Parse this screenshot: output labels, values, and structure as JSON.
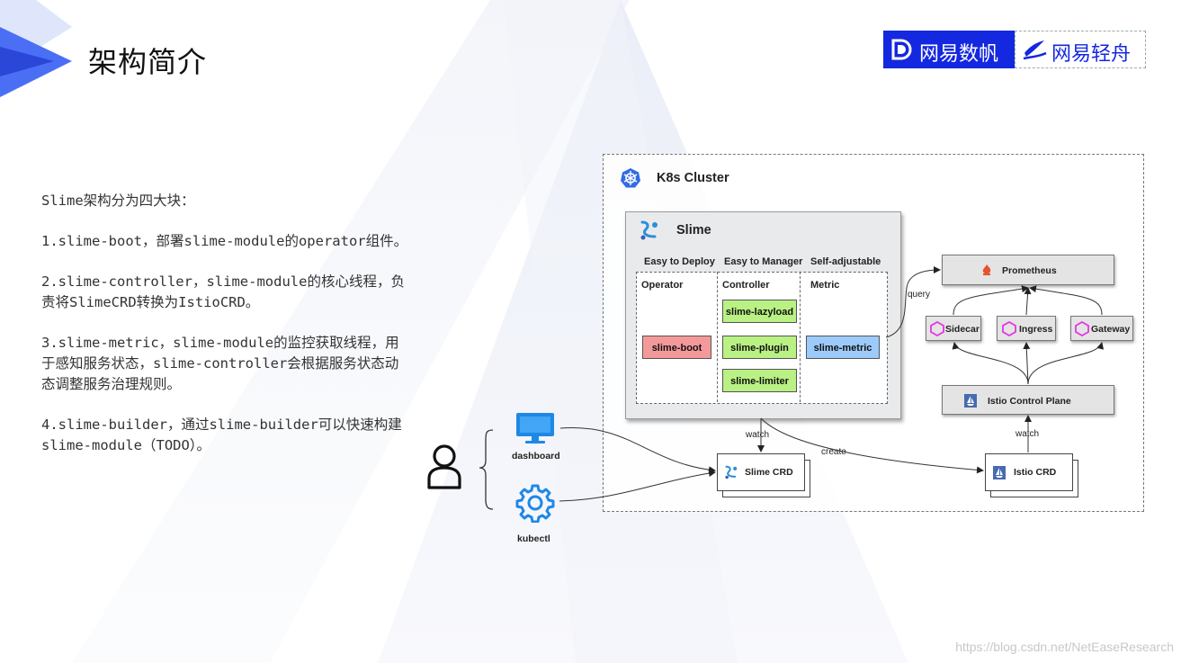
{
  "header": {
    "title": "架构简介",
    "logo_left": "网易数帆",
    "logo_right": "网易轻舟"
  },
  "intro": {
    "heading": "Slime架构分为四大块：",
    "items": [
      "1.slime-boot，部署slime-module的operator组件。",
      "2.slime-controller，slime-module的核心线程，负责将SlimeCRD转换为IstioCRD。",
      "3.slime-metric，slime-module的监控获取线程，用于感知服务状态，slime-controller会根据服务状态动态调整服务治理规则。",
      "4.slime-builder，通过slime-builder可以快速构建slime-module（TODO）。"
    ]
  },
  "diagram": {
    "cluster_label": "K8s Cluster",
    "slime_label": "Slime",
    "col_headers": [
      "Easy to Deploy",
      "Easy to Manager",
      "Self-adjustable"
    ],
    "col_titles": [
      "Operator",
      "Controller",
      "Metric"
    ],
    "modules": {
      "boot": "slime-boot",
      "lazyload": "slime-lazyload",
      "plugin": "slime-plugin",
      "limiter": "slime-limiter",
      "metric": "slime-metric"
    },
    "prometheus": "Prometheus",
    "sidecar": "Sidecar",
    "ingress": "Ingress",
    "gateway": "Gateway",
    "control_plane": "Istio Control Plane",
    "slime_crd": "Slime CRD",
    "istio_crd": "Istio CRD",
    "edge_labels": {
      "query": "query",
      "watch_left": "watch",
      "watch_right": "watch",
      "create": "create"
    },
    "user_tools": {
      "dashboard": "dashboard",
      "kubectl": "kubectl"
    },
    "colors": {
      "green": "#b9f184",
      "red": "#f4999a",
      "blue": "#9ccafa",
      "k8s_blue": "#326ce5",
      "istio_blue": "#466bb0",
      "envoy_pink": "#e535e5"
    }
  },
  "watermark": "https://blog.csdn.net/NetEaseResearch"
}
